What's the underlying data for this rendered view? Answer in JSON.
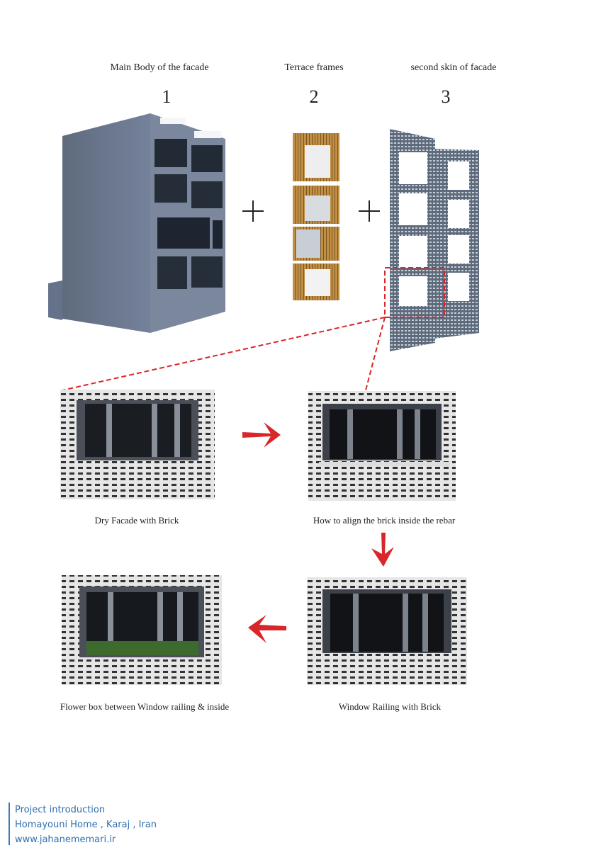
{
  "labels": {
    "main_body": "Main Body of the facade",
    "terrace": "Terrace frames",
    "second_skin": "second skin of facade"
  },
  "numbers": {
    "one": "1",
    "two": "2",
    "three": "3"
  },
  "operators": {
    "plus": "+"
  },
  "captions": {
    "dry": "Dry Facade with Brick",
    "align": "How to align the brick inside the rebar",
    "flower": "Flower box between Window railing & inside",
    "railing": "Window Railing with Brick"
  },
  "footer": {
    "line1": "Project introduction",
    "line2": "Homayouni Home , Karaj , Iran",
    "line3": "www.jahanememari.ir"
  },
  "colors": {
    "accent_red": "#d8262a",
    "footer_blue": "#2f6fb0",
    "concrete": "#6d7a8c",
    "wood": "#b7863a"
  }
}
